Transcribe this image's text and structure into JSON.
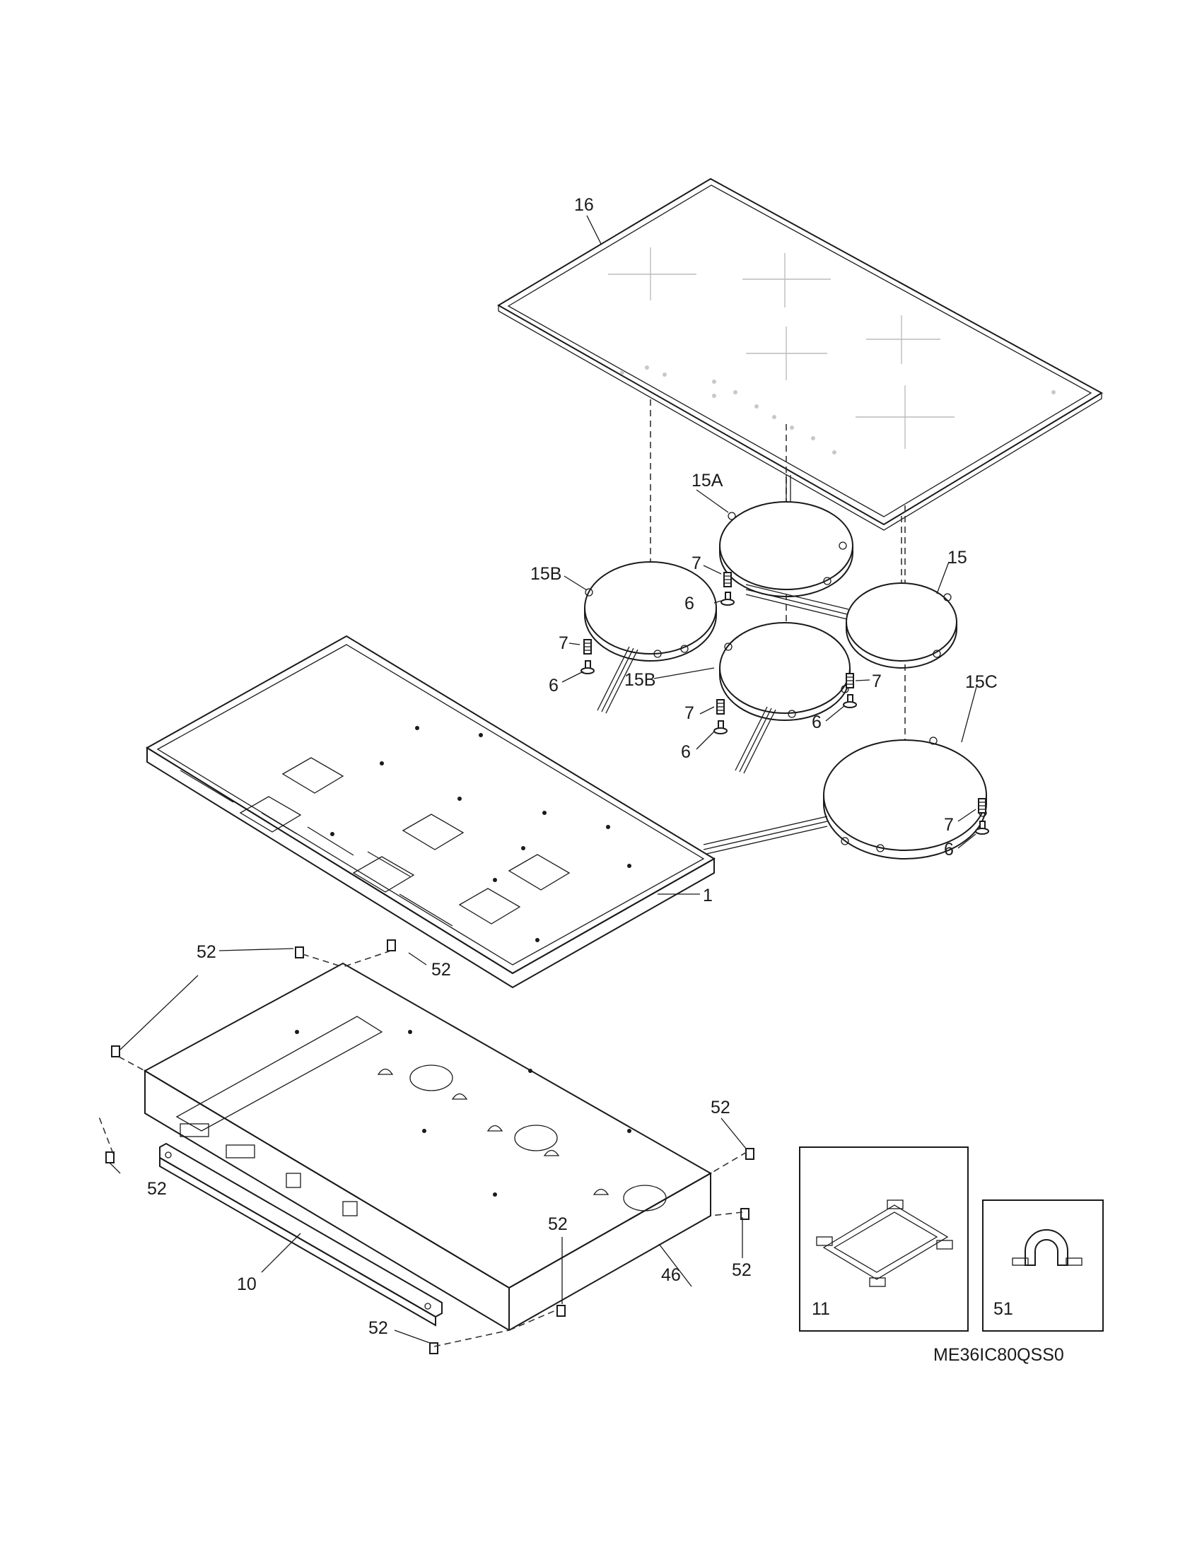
{
  "diagram_id": "ME36IC80QSS0",
  "callouts": {
    "c16": "16",
    "c15A": "15A",
    "c15B_left": "15B",
    "c15B_center": "15B",
    "c15": "15",
    "c15C": "15C",
    "c7_a": "7",
    "c6_a": "6",
    "c7_b": "7",
    "c6_b": "6",
    "c7_c": "7",
    "c6_c": "6",
    "c7_d": "7",
    "c6_d": "6",
    "c7_e": "7",
    "c6_e": "6",
    "c1": "1",
    "c52_a": "52",
    "c52_b": "52",
    "c52_c": "52",
    "c52_d": "52",
    "c52_e": "52",
    "c52_f": "52",
    "c52_g": "52",
    "c10": "10",
    "c46": "46",
    "c11": "11",
    "c51": "51"
  }
}
